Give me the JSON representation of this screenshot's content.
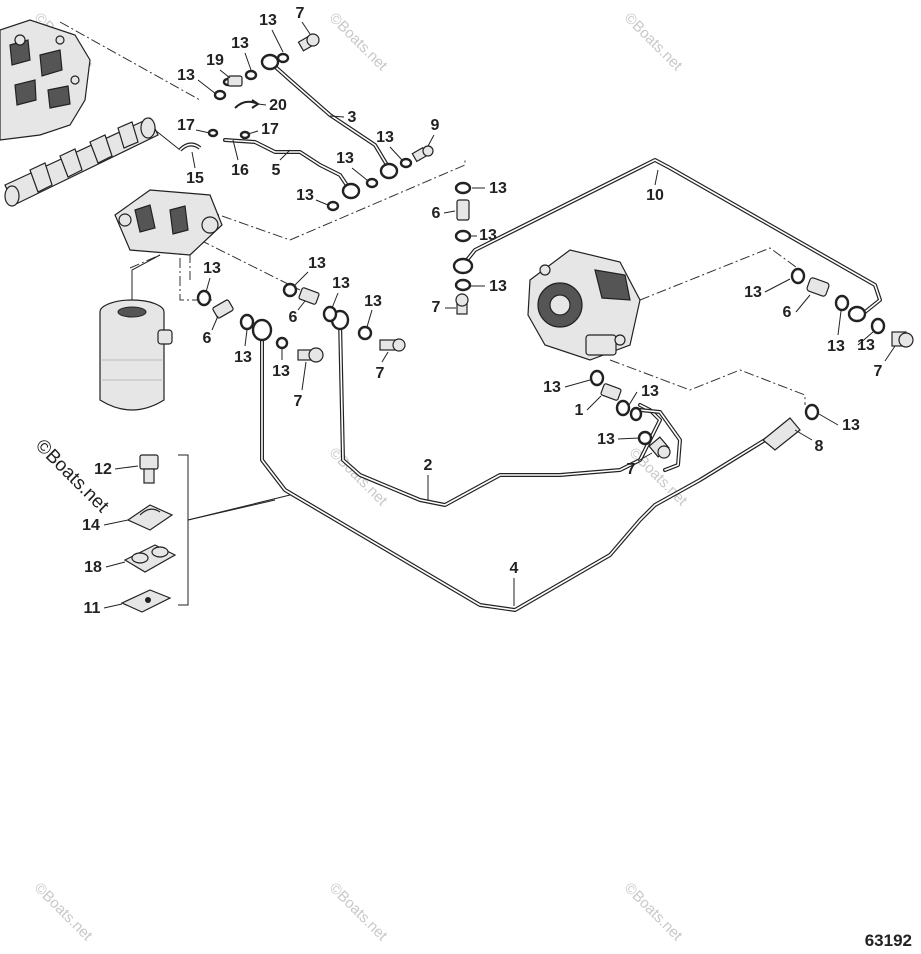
{
  "diagram": {
    "watermark_text": "©Boats.net",
    "figure_code": "63192",
    "callouts": [
      "1",
      "2",
      "3",
      "4",
      "5",
      "6",
      "7",
      "8",
      "9",
      "10",
      "11",
      "12",
      "13",
      "14",
      "15",
      "16",
      "17",
      "18",
      "19",
      "20"
    ]
  }
}
